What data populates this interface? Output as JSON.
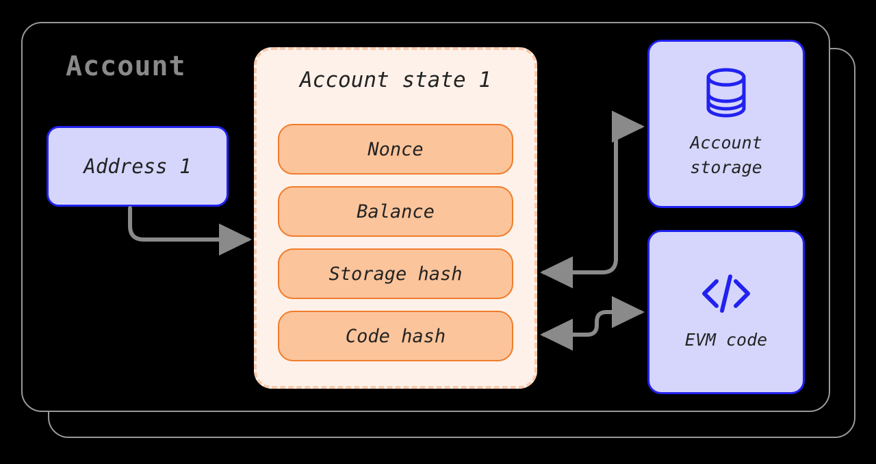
{
  "diagram": {
    "title": "Account",
    "background": "#000000",
    "card": {
      "border_color": "#999999",
      "stacked": true
    }
  },
  "account": {
    "title": "Account",
    "address": {
      "label": "Address 1",
      "fill": "#d6d6fd",
      "border": "#2222f0"
    }
  },
  "account_state": {
    "title": "Account state 1",
    "fill": "#fdf1ea",
    "border": "#fac9ab",
    "border_style": "dashed",
    "fields": [
      {
        "label": "Nonce"
      },
      {
        "label": "Balance"
      },
      {
        "label": "Storage hash"
      },
      {
        "label": "Code hash"
      }
    ],
    "field_fill": "#fbc49b",
    "field_border": "#f07b28"
  },
  "resources": [
    {
      "id": "account-storage",
      "label": "Account\nstorage",
      "icon": "database-icon",
      "fill": "#d6d6fd",
      "border": "#2222f0",
      "icon_color": "#2222f0"
    },
    {
      "id": "evm-code",
      "label": "EVM code",
      "icon": "code-icon",
      "fill": "#d6d6fd",
      "border": "#2222f0",
      "icon_color": "#2222f0"
    }
  ],
  "connectors": [
    {
      "id": "address-to-state",
      "from": "Address 1",
      "to": "Account state 1",
      "direction": "one-way",
      "color": "#8a8a8a"
    },
    {
      "id": "storage-hash-to-account-storage",
      "from": "Storage hash",
      "to": "Account storage",
      "direction": "two-way",
      "color": "#8a8a8a"
    },
    {
      "id": "code-hash-to-evm-code",
      "from": "Code hash",
      "to": "EVM code",
      "direction": "two-way",
      "color": "#8a8a8a"
    }
  ]
}
